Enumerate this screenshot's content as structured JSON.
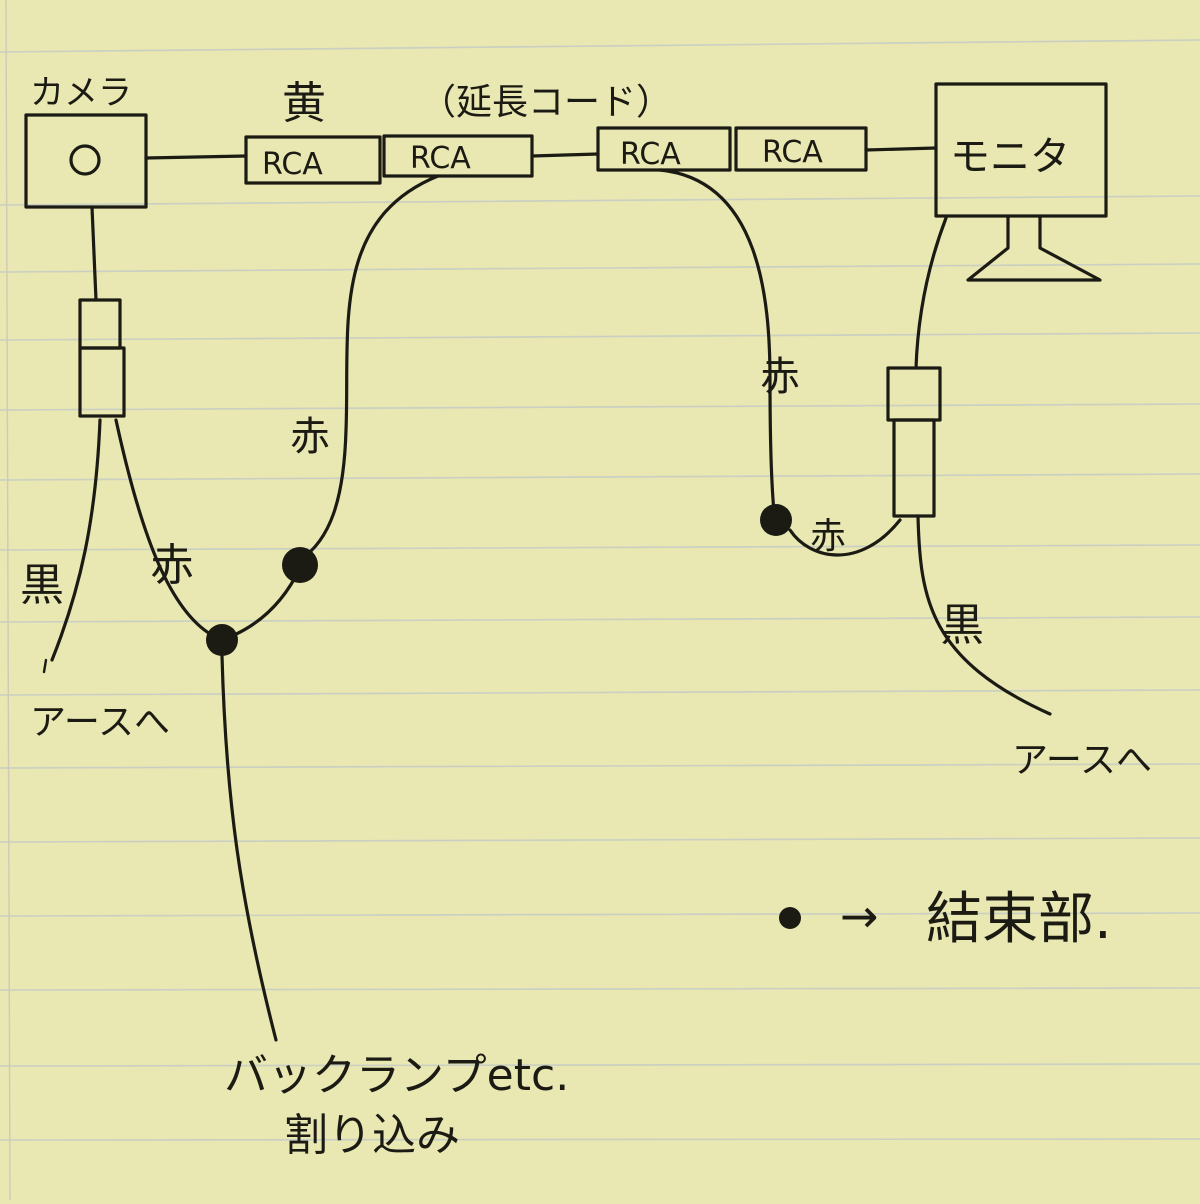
{
  "labels": {
    "camera": "カメラ",
    "monitor": "モニタ",
    "yellow": "黄",
    "extension_cord": "（延長コード）",
    "rca": "RCA",
    "red": "赤",
    "black": "黒",
    "to_ground": "アースへ",
    "legend_arrow": "→",
    "legend_text": "結束部.",
    "tap_line1": "バックランプetc.",
    "tap_line2": "割り込み"
  },
  "connectors": [
    "RCA",
    "RCA",
    "RCA",
    "RCA"
  ],
  "colors": {
    "paper": "#e9e7b2",
    "ink": "#1b1b14",
    "rule_line": "#c9cfc3"
  }
}
